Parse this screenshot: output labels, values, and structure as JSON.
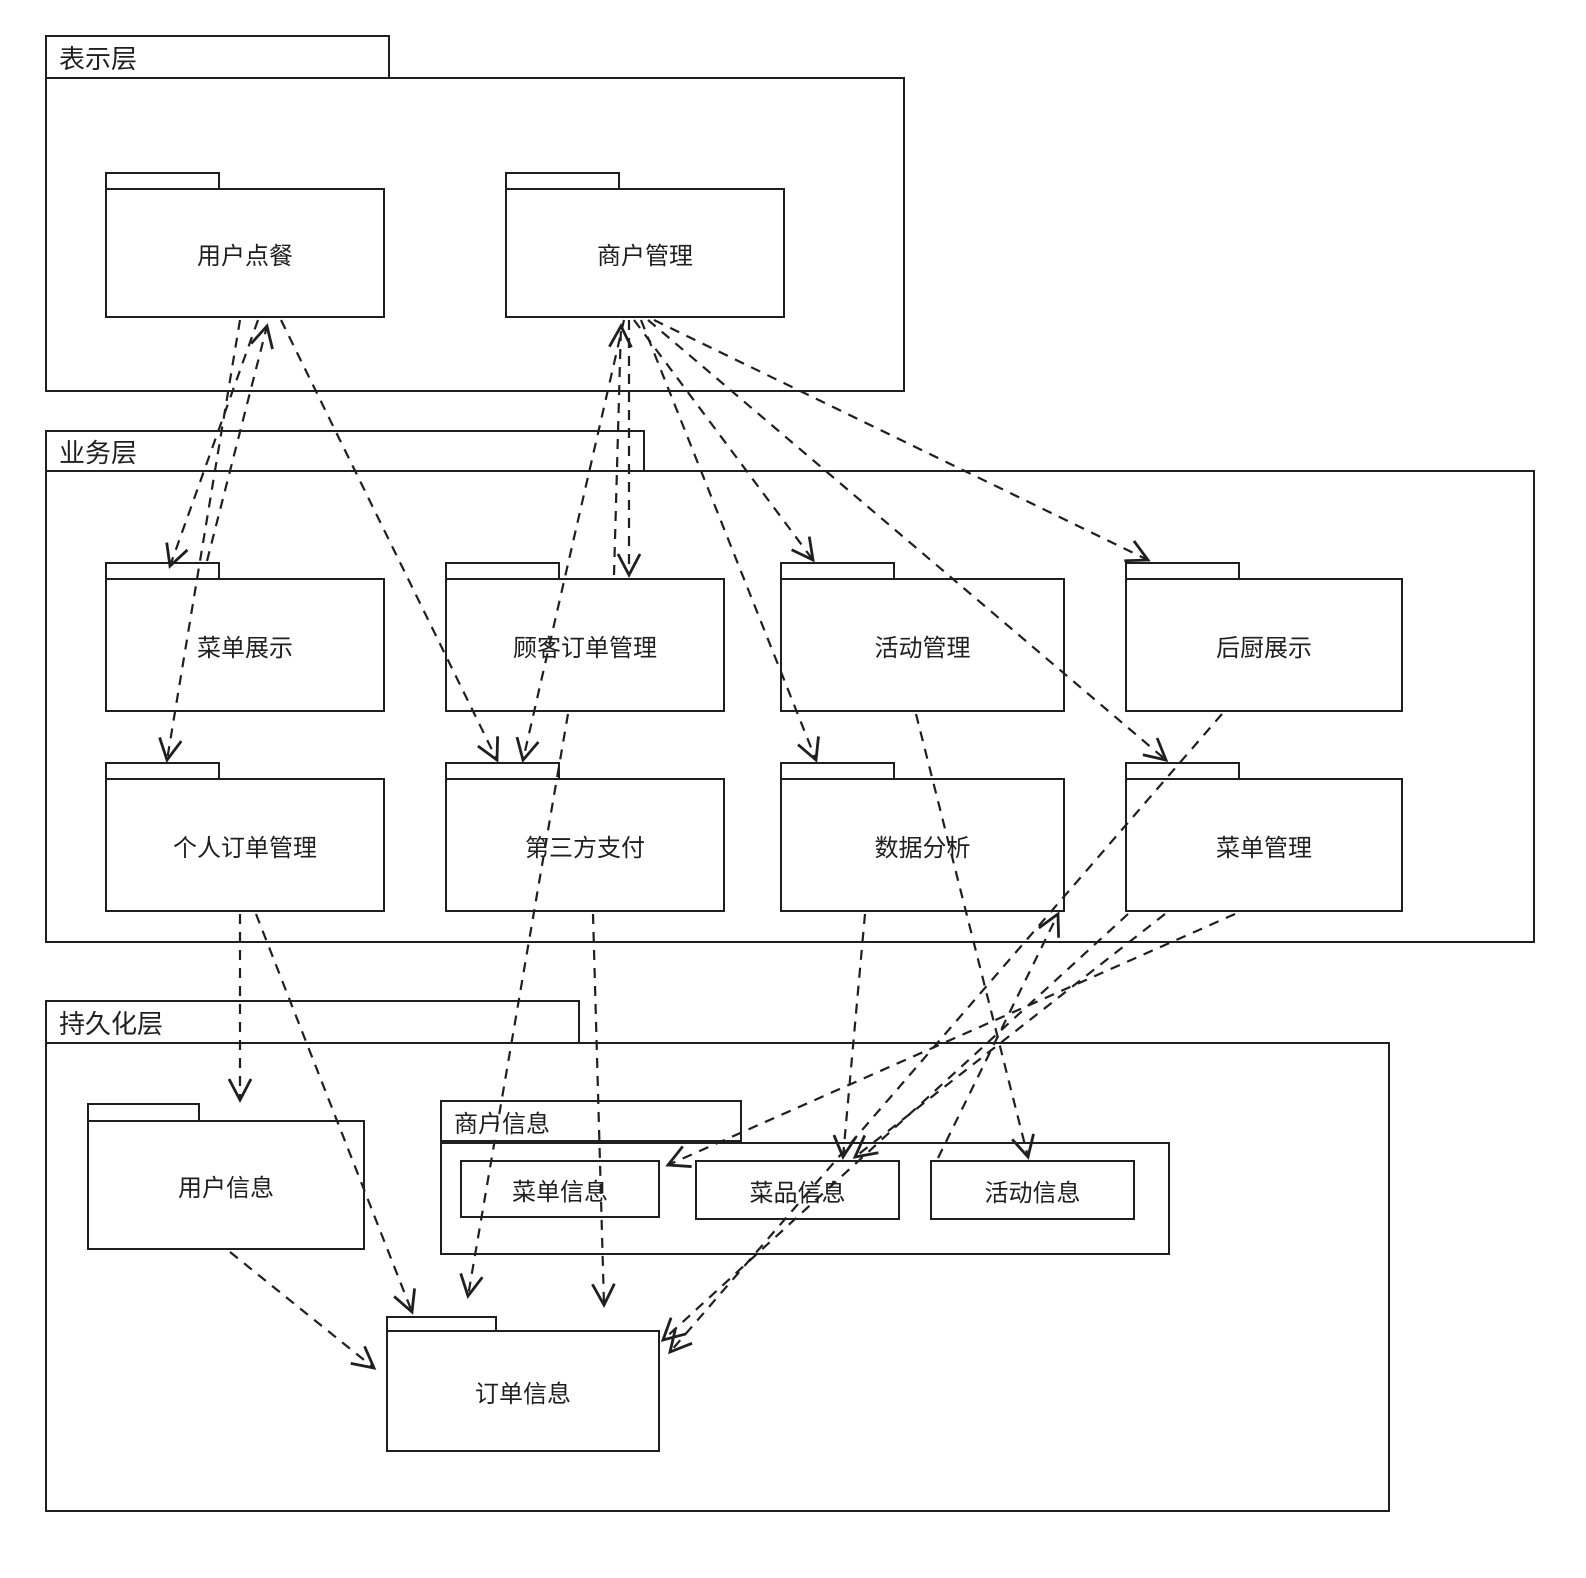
{
  "diagram": {
    "type": "uml-package-diagram",
    "layers": [
      {
        "id": "presentation",
        "label": "表示层"
      },
      {
        "id": "business",
        "label": "业务层"
      },
      {
        "id": "persistence",
        "label": "持久化层"
      }
    ],
    "packages": {
      "user_ordering": "用户点餐",
      "merchant_mgmt": "商户管理",
      "menu_display": "菜单展示",
      "customer_order_mgmt": "顾客订单管理",
      "activity_mgmt": "活动管理",
      "kitchen_display": "后厨展示",
      "personal_order_mgmt": "个人订单管理",
      "third_party_payment": "第三方支付",
      "data_analysis": "数据分析",
      "menu_mgmt": "菜单管理",
      "user_info": "用户信息",
      "merchant_info": "商户信息",
      "menu_info": "菜单信息",
      "dish_info": "菜品信息",
      "activity_info": "活动信息",
      "order_info": "订单信息"
    },
    "edges": [
      {
        "from": "user_ordering",
        "to": "menu_display"
      },
      {
        "from": "menu_display",
        "to": "user_ordering"
      },
      {
        "from": "user_ordering",
        "to": "personal_order_mgmt"
      },
      {
        "from": "user_ordering",
        "to": "third_party_payment"
      },
      {
        "from": "merchant_mgmt",
        "to": "customer_order_mgmt"
      },
      {
        "from": "customer_order_mgmt",
        "to": "merchant_mgmt"
      },
      {
        "from": "merchant_mgmt",
        "to": "third_party_payment"
      },
      {
        "from": "merchant_mgmt",
        "to": "activity_mgmt"
      },
      {
        "from": "merchant_mgmt",
        "to": "data_analysis"
      },
      {
        "from": "merchant_mgmt",
        "to": "menu_mgmt"
      },
      {
        "from": "merchant_mgmt",
        "to": "kitchen_display"
      },
      {
        "from": "personal_order_mgmt",
        "to": "user_info"
      },
      {
        "from": "personal_order_mgmt",
        "to": "order_info"
      },
      {
        "from": "customer_order_mgmt",
        "to": "order_info"
      },
      {
        "from": "third_party_payment",
        "to": "order_info"
      },
      {
        "from": "user_info",
        "to": "order_info"
      },
      {
        "from": "activity_mgmt",
        "to": "activity_info"
      },
      {
        "from": "menu_mgmt",
        "to": "menu_info"
      },
      {
        "from": "menu_mgmt",
        "to": "dish_info"
      },
      {
        "from": "data_analysis",
        "to": "dish_info"
      },
      {
        "from": "menu_mgmt",
        "to": "order_info"
      },
      {
        "from": "kitchen_display",
        "to": "order_info"
      },
      {
        "from": "activity_info",
        "to": "data_analysis"
      }
    ],
    "style": {
      "line_color": "#1f1f1f",
      "background": "#ffffff",
      "edge_style": "dashed-dependency-arrow"
    }
  }
}
